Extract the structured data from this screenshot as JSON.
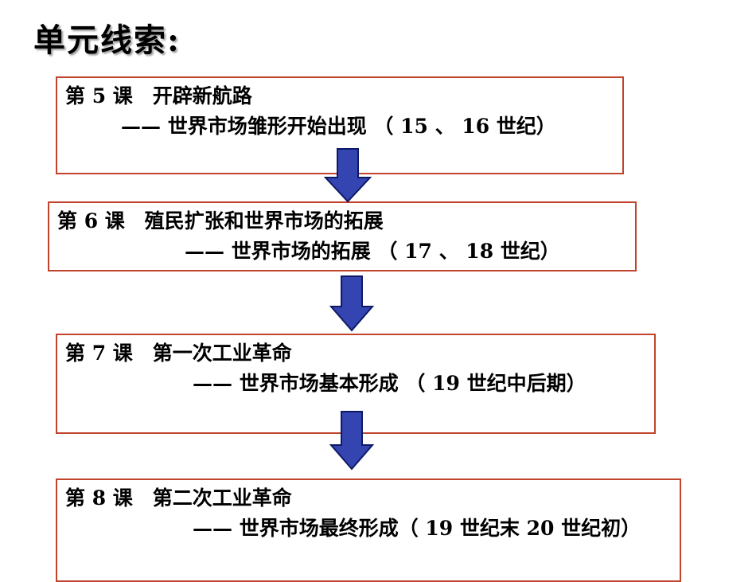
{
  "title": "单元线索:",
  "colors": {
    "box_border": "#c0442c",
    "arrow_fill": "#3444b0",
    "arrow_stroke": "#0e1a66"
  },
  "lessons": [
    {
      "heading": "第 5 课　开辟新航路",
      "subtitle": "—— 世界市场雏形开始出现 （ 15 、 16 世纪）"
    },
    {
      "heading": "第 6 课　殖民扩张和世界市场的拓展",
      "subtitle": "—— 世界市场的拓展 （ 17 、 18 世纪）"
    },
    {
      "heading": "第 7 课　第一次工业革命",
      "subtitle": "—— 世界市场基本形成 （ 19 世纪中后期）"
    },
    {
      "heading": "第 8 课　第二次工业革命",
      "subtitle": "—— 世界市场最终形成（ 19 世纪末 20 世纪初）"
    }
  ]
}
